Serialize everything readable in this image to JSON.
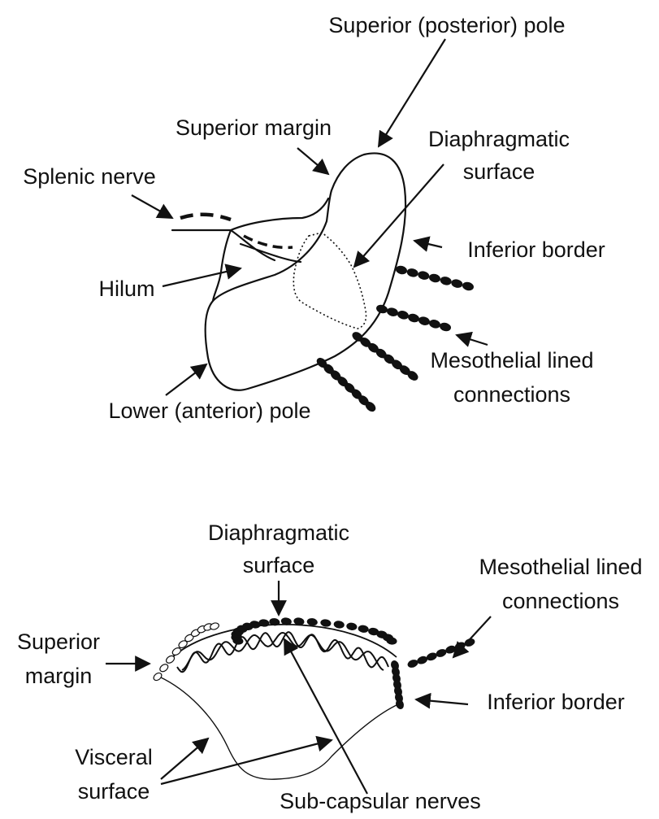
{
  "colors": {
    "ink": "#111111",
    "background": "#ffffff"
  },
  "top_diagram": {
    "superior_posterior_pole": "Superior (posterior) pole",
    "superior_margin": "Superior margin",
    "diaphragmatic_surface": [
      "Diaphragmatic",
      "surface"
    ],
    "splenic_nerve": "Splenic nerve",
    "inferior_border": "Inferior border",
    "hilum": "Hilum",
    "mesothelial_lined_connections": [
      "Mesothelial lined",
      "connections"
    ],
    "lower_anterior_pole": "Lower (anterior) pole"
  },
  "bottom_diagram": {
    "diaphragmatic_surface": [
      "Diaphragmatic",
      "surface"
    ],
    "mesothelial_lined_connections": [
      "Mesothelial lined",
      "connections"
    ],
    "superior_margin": [
      "Superior",
      "margin"
    ],
    "inferior_border": "Inferior border",
    "visceral_surface": [
      "Visceral",
      "surface"
    ],
    "sub_capsular_nerves": "Sub-capsular nerves"
  }
}
